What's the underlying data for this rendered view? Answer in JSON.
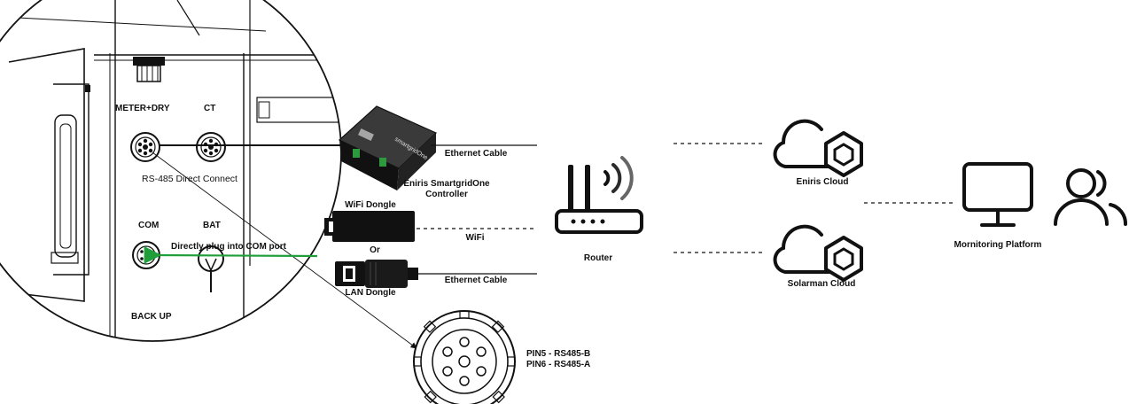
{
  "inverter": {
    "meter_port_label": "METER+DRY",
    "ct_port_label": "CT",
    "com_port_label": "COM",
    "bat_port_label": "BAT",
    "backup_label": "BACK UP",
    "rs485_label": "RS-485 Direct Connect",
    "com_plug_label": "Directly plug into COM port"
  },
  "controller": {
    "name_line1": "Eniris SmartgridOne",
    "name_line2": "Controller",
    "device_print": "smartgridOne"
  },
  "dongles": {
    "wifi_label": "WiFi Dongle",
    "or_label": "Or",
    "lan_label": "LAN Dongle"
  },
  "connections": {
    "ethernet_top": "Ethernet Cable",
    "wifi": "WiFi",
    "ethernet_bottom": "Ethernet Cable"
  },
  "router": {
    "label": "Router"
  },
  "clouds": [
    {
      "label": "Eniris Cloud"
    },
    {
      "label": "Solarman Cloud"
    }
  ],
  "platform": {
    "label": "Mornitoring Platform"
  },
  "pinout": {
    "line1": "PIN5 - RS485-B",
    "line2": "PIN6 - RS485-A"
  },
  "colors": {
    "line": "#111111",
    "plug_arrow": "#1f9e3a",
    "device": "#111111"
  }
}
